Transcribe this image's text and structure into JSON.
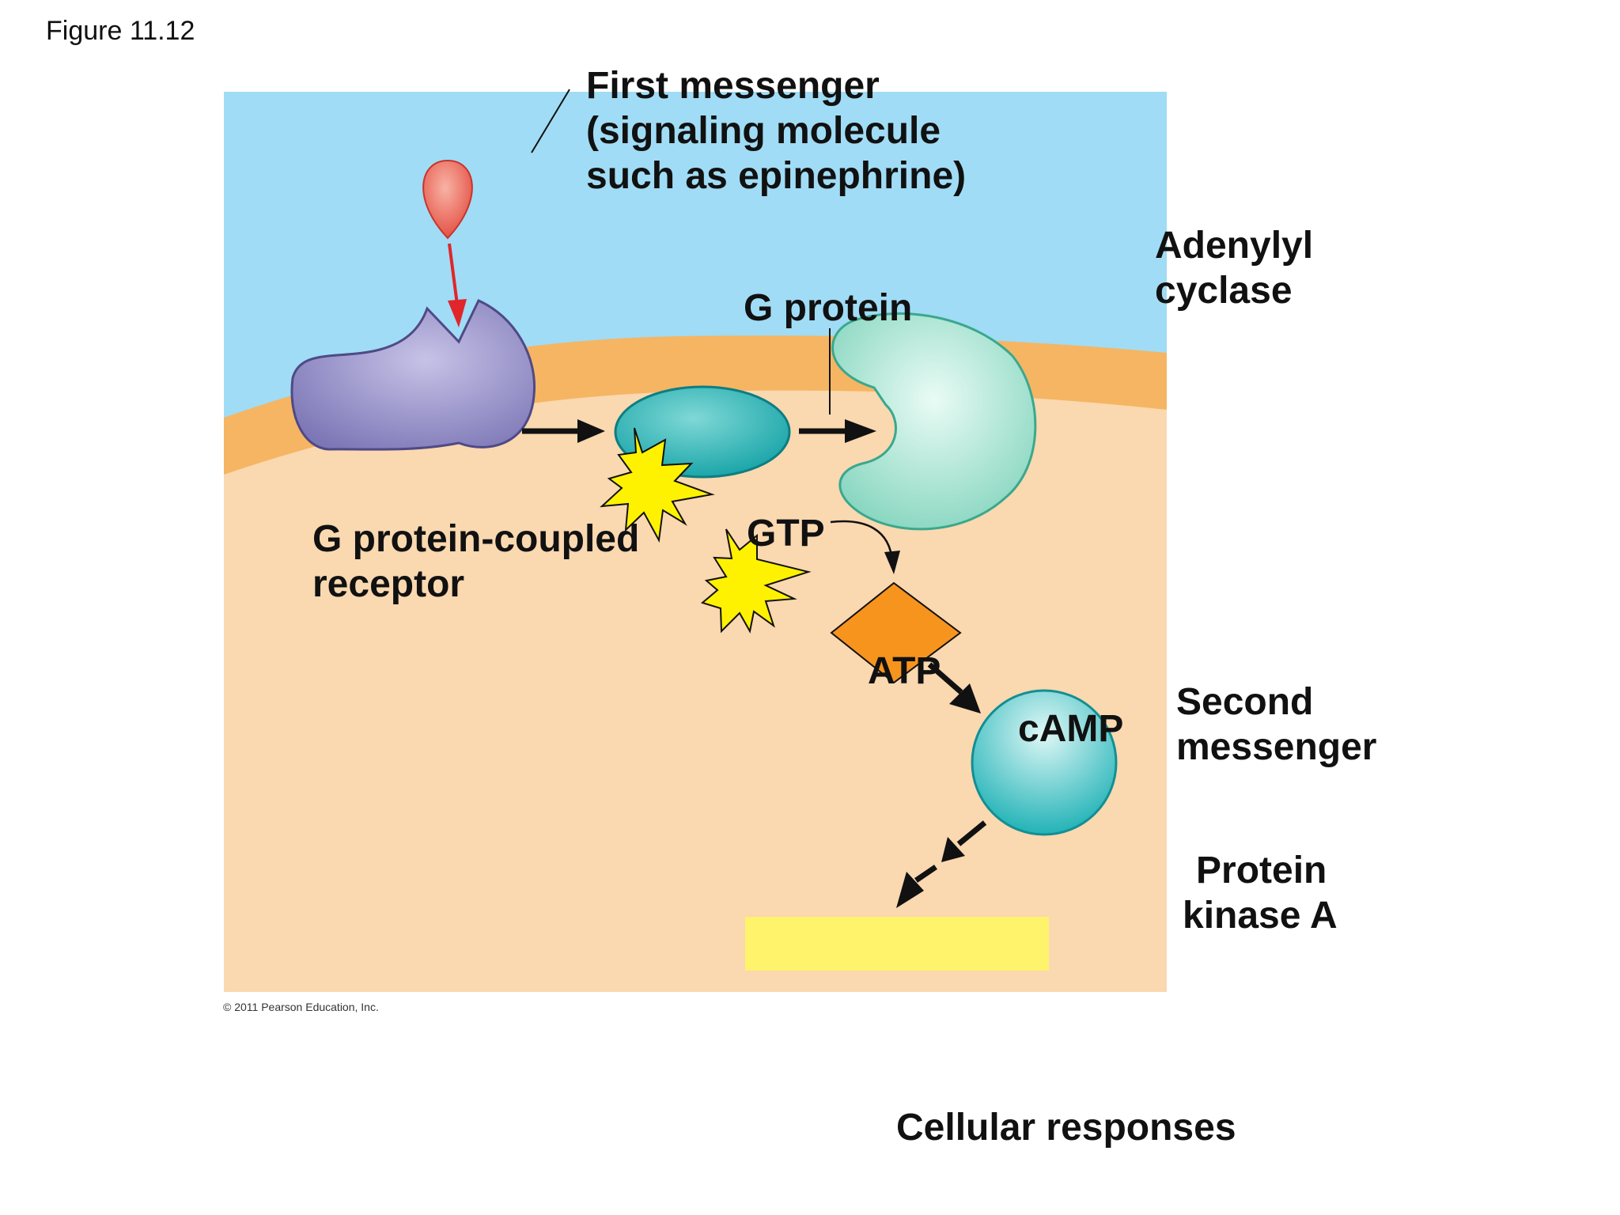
{
  "figure_label": "Figure 11.12",
  "copyright": "© 2011 Pearson Education, Inc.",
  "labels": {
    "first_messenger": [
      "First messenger",
      "(signaling molecule",
      "such as epinephrine)"
    ],
    "adenylyl_cyclase": [
      "Adenylyl",
      "cyclase"
    ],
    "g_protein": "G protein",
    "gpcr": [
      "G protein-coupled",
      "receptor"
    ],
    "gtp": "GTP",
    "atp": "ATP",
    "camp": "cAMP",
    "second_messenger": [
      "Second",
      "messenger"
    ],
    "protein_kinase_a": [
      "Protein",
      "kinase A"
    ],
    "cellular_responses": "Cellular responses"
  },
  "colors": {
    "extracellular": "#a0dcf5",
    "membrane": "#f6b563",
    "cytoplasm": "#fad8b0",
    "receptor": "#9b95cc",
    "g_protein": "#1aa9ad",
    "adenylyl_cyclase": "#8fdcc6",
    "camp": "#2cb8bb",
    "atp": "#f7941d",
    "starburst": "#fff200",
    "signal_molecule": "#e8524a",
    "signal_arrow": "#e0262b",
    "pka_bar": "#fff36b"
  }
}
